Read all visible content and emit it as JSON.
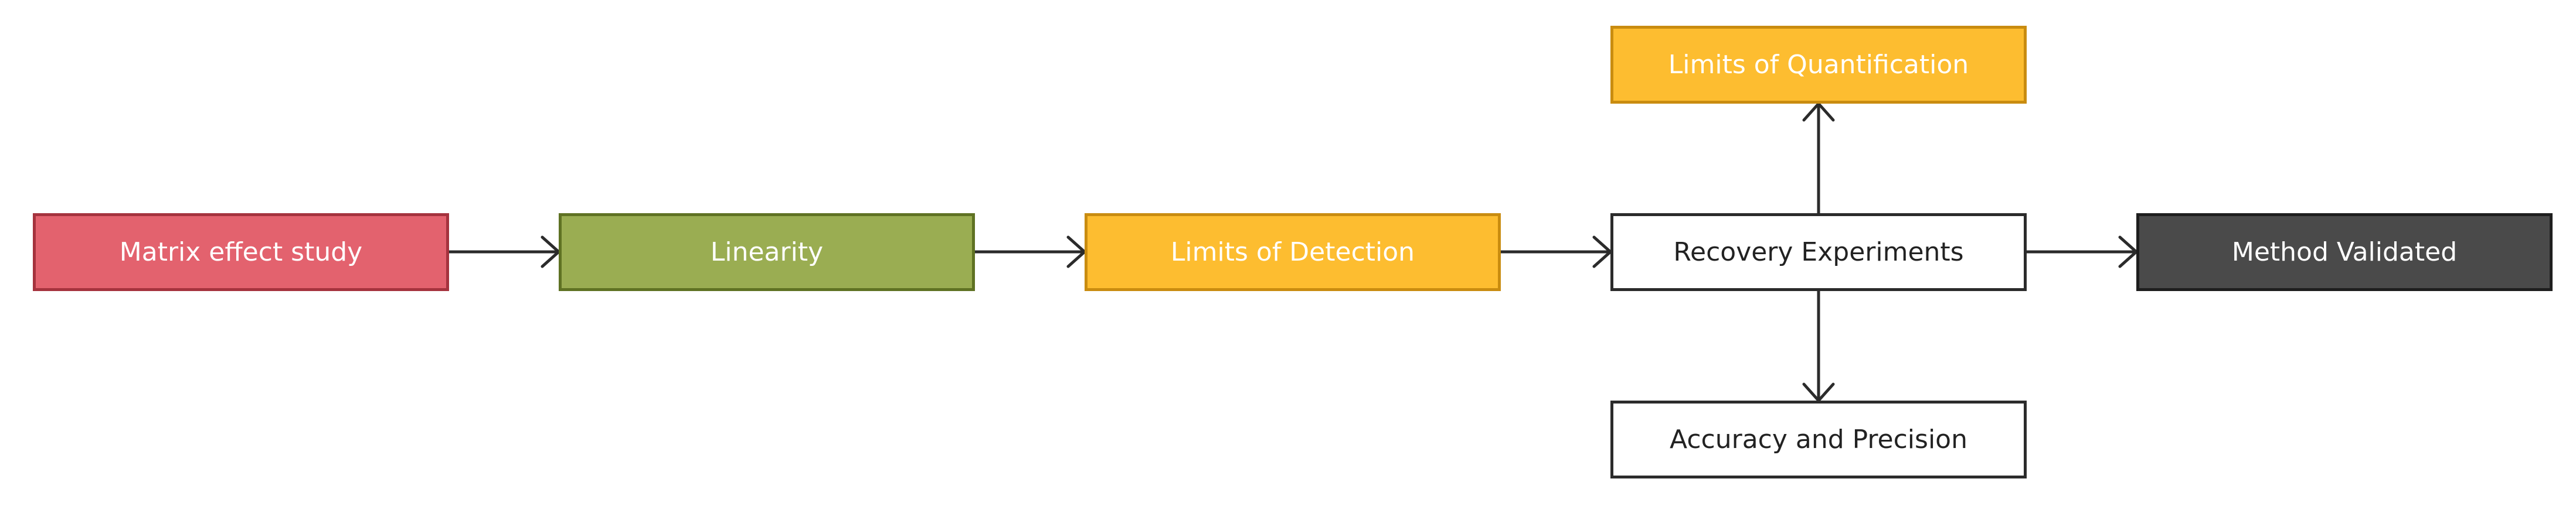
{
  "colors": {
    "edge": "#2b2b2b"
  },
  "nodes": {
    "matrix": {
      "label": "Matrix effect study",
      "fill": "#e3626e",
      "stroke": "#a5333e",
      "text": "#ffffff"
    },
    "linearity": {
      "label": "Linearity",
      "fill": "#9aad52",
      "stroke": "#5f7223",
      "text": "#ffffff"
    },
    "lod": {
      "label": "Limits of Detection",
      "fill": "#fdbd30",
      "stroke": "#c98c10",
      "text": "#ffffff"
    },
    "loq": {
      "label": "Limits of Quantification",
      "fill": "#fdbd30",
      "stroke": "#c98c10",
      "text": "#ffffff"
    },
    "recovery": {
      "label": "Recovery Experiments",
      "fill": "#ffffff",
      "stroke": "#2b2b2b",
      "text": "#222222"
    },
    "accuracy": {
      "label": "Accuracy and Precision",
      "fill": "#ffffff",
      "stroke": "#2b2b2b",
      "text": "#222222"
    },
    "validated": {
      "label": "Method Validated",
      "fill": "#4a4a4a",
      "stroke": "#1e1e1e",
      "text": "#ffffff"
    }
  },
  "edges": [
    {
      "from": "matrix",
      "to": "linearity"
    },
    {
      "from": "linearity",
      "to": "lod"
    },
    {
      "from": "lod",
      "to": "recovery"
    },
    {
      "from": "recovery",
      "to": "validated"
    },
    {
      "from": "recovery",
      "to": "loq"
    },
    {
      "from": "recovery",
      "to": "accuracy"
    }
  ]
}
